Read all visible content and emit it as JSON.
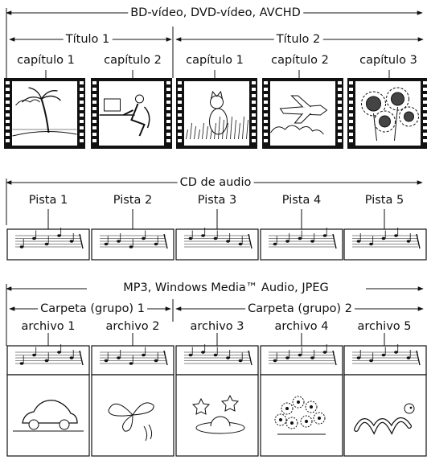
{
  "section1": {
    "header": "BD-vídeo, DVD-vídeo, AVCHD",
    "titles": [
      {
        "label": "Título 1",
        "chapters": [
          "capítulo 1",
          "capítulo 2"
        ]
      },
      {
        "label": "Título 2",
        "chapters": [
          "capítulo 1",
          "capítulo 2",
          "capítulo 3"
        ]
      }
    ],
    "frame_icons": [
      "beach-icon",
      "man-at-computer-icon",
      "cat-icon",
      "airplane-icon",
      "sunflowers-icon"
    ]
  },
  "section2": {
    "header": "CD de audio",
    "tracks": [
      "Pista 1",
      "Pista 2",
      "Pista 3",
      "Pista 4",
      "Pista 5"
    ],
    "track_icon": "music-score-icon"
  },
  "section3": {
    "header": "MP3, Windows Media™ Audio, JPEG",
    "folders": [
      {
        "label": "Carpeta (grupo) 1",
        "files": [
          "archivo 1",
          "archivo 2"
        ]
      },
      {
        "label": "Carpeta (grupo) 2",
        "files": [
          "archivo 3",
          "archivo 4",
          "archivo 5"
        ]
      }
    ],
    "picture_icons": [
      "car-icon",
      "butterfly-icon",
      "planet-icon",
      "flowers-icon",
      "caterpillar-icon"
    ]
  }
}
